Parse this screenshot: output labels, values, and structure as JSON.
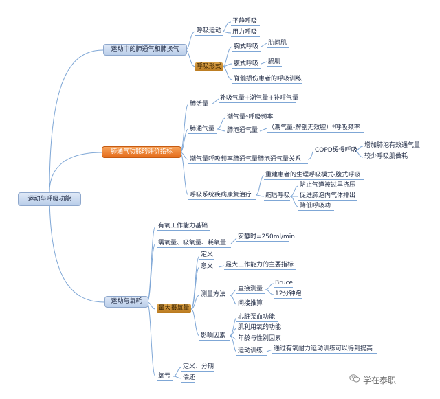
{
  "root": "运动与呼吸功能",
  "b1": {
    "title": "运动中的肺通气和肺换气",
    "breath_movement": "呼吸运动",
    "calm": "平静呼吸",
    "forced": "用力呼吸",
    "breath_form": "呼吸形式",
    "chest": "胸式呼吸",
    "intercostal": "肋间肌",
    "abdominal": "腹式呼吸",
    "diaphragm": "膈肌",
    "spinal": "脊髓损伤患者的呼吸训练"
  },
  "b2": {
    "title": "肺通气功能的评价指标",
    "vital": "肺活量",
    "vital_formula": "补吸气量+潮气量+补呼气量",
    "ventilation": "肺通气量",
    "tidal_formula": "潮气量*呼吸频率",
    "alveolar": "肺泡通气量",
    "alveolar_formula": "（潮气量-解剖无效腔）*呼吸频率",
    "relation": "潮气量呼吸频率肺通气量肺泡通气量关系",
    "copd": "COPD缓慢呼吸",
    "copd_a": "增加肺泡有效通气量",
    "copd_b": "较少呼吸肌做耗",
    "rehab": "呼吸系统疾病康复治疗",
    "rebuild": "重建患者的生理呼吸模式-腹式呼吸",
    "pursed": "缩唇呼吸",
    "p1": "防止气道被过早挤压",
    "p2": "促进肺泡内气体排出",
    "p3": "降低呼吸功"
  },
  "b3": {
    "title": "运动与氧耗",
    "aerobic_basis": "有氧工作能力基础",
    "oxygen_needs": "需氧量、吸氧量、耗氧量",
    "resting": "安静时=250ml/min",
    "vo2max": "最大摄氧量",
    "definition": "定义",
    "significance": "意义",
    "significance_text": "最大工作能力的主要指标",
    "method": "测量方法",
    "direct": "直接测量",
    "bruce": "Bruce",
    "twelve": "12分钟跑",
    "indirect": "间接推算",
    "factors": "影响因素",
    "f1": "心脏泵血功能",
    "f2": "肌利用氧的功能",
    "f3": "年龄与性别因素",
    "f4": "运动训练",
    "f4_text": "通过有氧耐力运动训练可以得到提高",
    "debt": "氧亏",
    "debt_a": "定义、分期",
    "debt_b": "偿还"
  },
  "watermark": "学在泰职",
  "colors": {
    "line": "#7fa7d6",
    "orange": "#e8772a",
    "root": "#b9cde9"
  }
}
